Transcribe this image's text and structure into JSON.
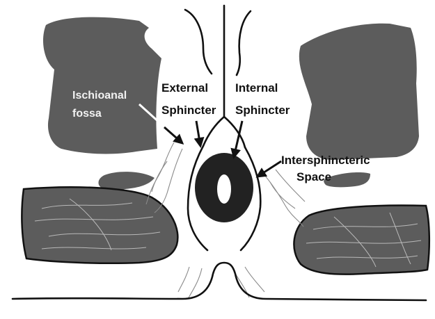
{
  "labels": {
    "ischioanal_line1": "Ischioanal",
    "ischioanal_line2": "fossa",
    "external_line1": "External",
    "external_line2": "Sphincter",
    "internal_line1": "Internal",
    "internal_line2": "Sphincter",
    "intersphincteric_line1": "Intersphincteric",
    "intersphincteric_line2": "Space"
  },
  "colors": {
    "tissue": "#5c5c5c",
    "sphincter": "#222222",
    "lines": "#111111",
    "background": "#ffffff"
  }
}
